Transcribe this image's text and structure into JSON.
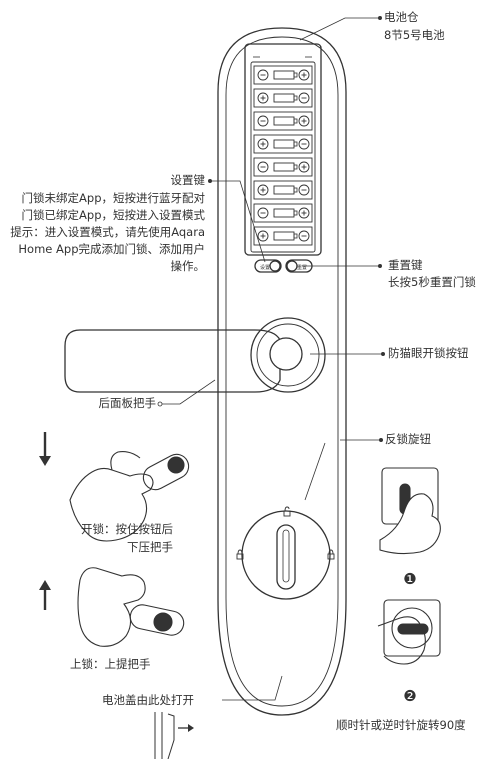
{
  "labels": {
    "battery_bay": "电池仓",
    "battery_spec": "8节5号电池",
    "settings_key": "设置键",
    "settings_desc": [
      "门锁未绑定App，短按进行蓝牙配对",
      "门锁已绑定App，短按进入设置模式",
      "提示：进入设置模式，请先使用Aqara",
      "Home App完成添加门锁、添加用户",
      "操作。"
    ],
    "reset_key": "重置键",
    "reset_desc": "长按5秒重置门锁",
    "peephole_button": "防猫眼开锁按钮",
    "rear_handle": "后面板把手",
    "deadbolt_knob": "反锁旋钮",
    "unlock_line1": "开锁：按住按钮后",
    "unlock_line2": "下压把手",
    "lock": "上锁：上提把手",
    "battery_cover": "电池盖由此处打开",
    "rotate_desc": "顺时针或逆时针旋转90度",
    "step1": "❶",
    "step2": "❷",
    "button_small_label": "设置",
    "button_small_label2": "重置"
  },
  "battery": {
    "count": 8,
    "polarity": [
      "-+",
      "+-",
      "-+",
      "+-",
      "-+",
      "+-",
      "-+",
      "+-"
    ]
  }
}
